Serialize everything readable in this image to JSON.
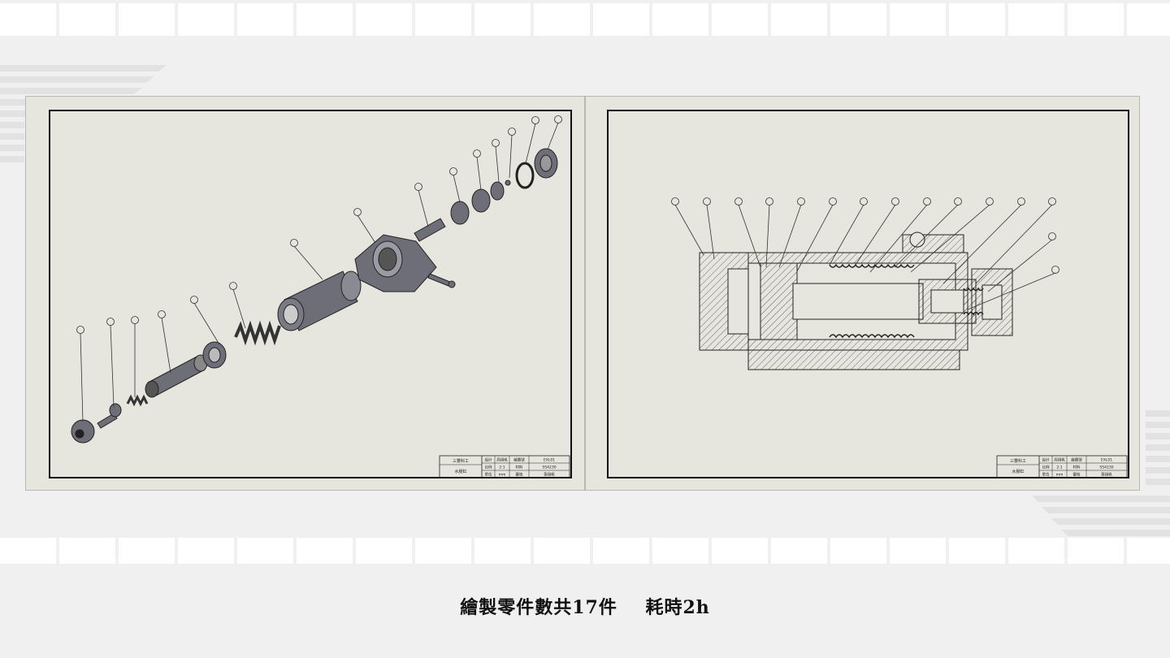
{
  "caption": {
    "main": "繪製零件數共17件",
    "time": "耗時2h"
  },
  "sheets": [
    {
      "name": "exploded-view",
      "title_block": {
        "company": "三豐科工",
        "part_name": "水壓缸",
        "row1": [
          "設計",
          "周翊帆",
          "繪圖號",
          "EXL01"
        ],
        "row2": [
          "比例",
          "2:1",
          "材料",
          "SS4230"
        ],
        "row3": [
          "單位",
          "mm",
          "審核",
          "張翊帆"
        ]
      }
    },
    {
      "name": "section-view",
      "title_block": {
        "company": "三豐科工",
        "part_name": "水壓缸",
        "row1": [
          "設計",
          "周翊帆",
          "繪圖號",
          "EXL01"
        ],
        "row2": [
          "比例",
          "2:1",
          "材料",
          "SS4230"
        ],
        "row3": [
          "單位",
          "mm",
          "審核",
          "張翊帆"
        ]
      }
    }
  ],
  "colors": {
    "sheet": "#e6e5de",
    "ink": "#111111",
    "part_fill": "#6e6e78",
    "part_light": "#b6b6c0"
  }
}
